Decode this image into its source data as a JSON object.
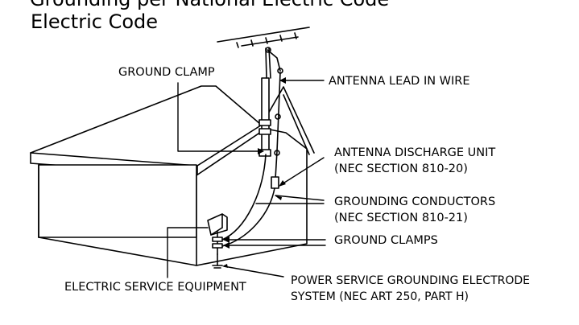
{
  "heading_cut": "Grounding per National Electric Code",
  "heading": "Electric Code",
  "labels": {
    "ground_clamp": "GROUND CLAMP",
    "antenna_lead": "ANTENNA LEAD IN WIRE",
    "discharge_unit_1": "ANTENNA DISCHARGE UNIT",
    "discharge_unit_2": "(NEC SECTION 810-20)",
    "grounding_conductors_1": "GROUNDING CONDUCTORS",
    "grounding_conductors_2": "(NEC SECTION 810-21)",
    "ground_clamps": "GROUND CLAMPS",
    "electric_service": "ELECTRIC SERVICE EQUIPMENT",
    "power_service_1": "POWER SERVICE GROUNDING ELECTRODE",
    "power_service_2": "SYSTEM (NEC ART 250, PART H)"
  }
}
